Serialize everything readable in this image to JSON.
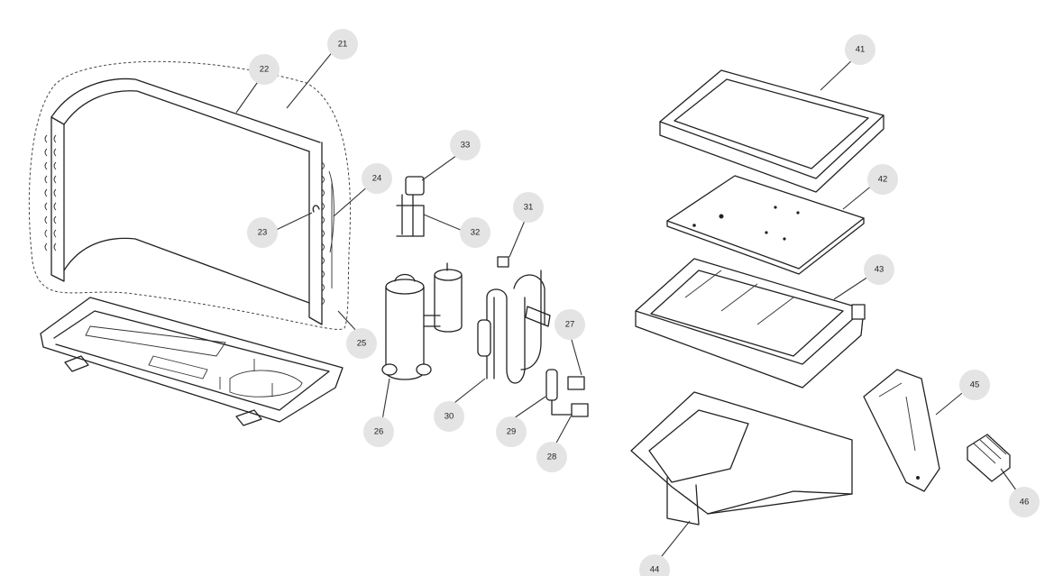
{
  "callouts": [
    "21",
    "22",
    "23",
    "24",
    "25",
    "26",
    "27",
    "28",
    "29",
    "30",
    "31",
    "32",
    "33",
    "41",
    "42",
    "43",
    "44",
    "45",
    "46"
  ]
}
